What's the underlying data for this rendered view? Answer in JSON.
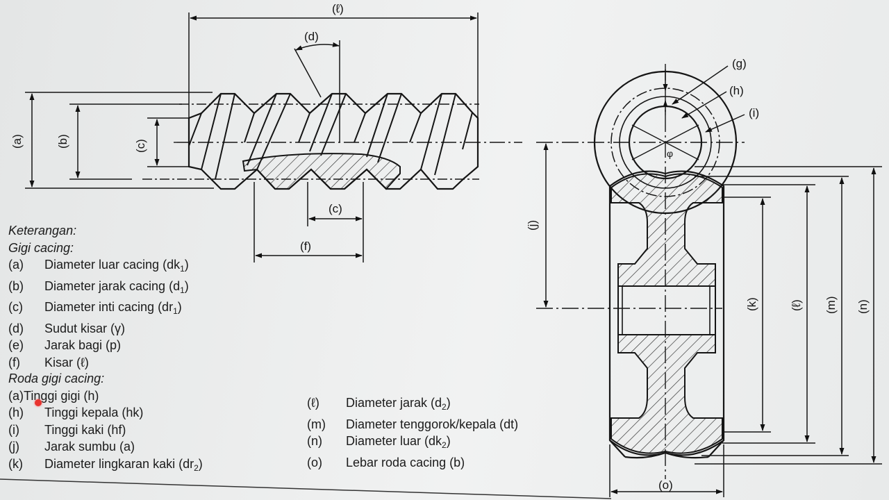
{
  "dim_labels": {
    "l_top": "(ℓ)",
    "d": "(d)",
    "a": "(a)",
    "b": "(b)",
    "c_left": "(c)",
    "c_bottom": "(c)",
    "f": "(f)",
    "g": "(g)",
    "h": "(h)",
    "i": "(i)",
    "phi": "φ",
    "j": "(j)",
    "k": "(k)",
    "l_right": "(ℓ)",
    "m": "(m)",
    "n": "(n)",
    "o": "(o)"
  },
  "legend": {
    "title": "Keterangan:",
    "worm_heading": "Gigi cacing:",
    "worm_items": [
      {
        "key": "(a)",
        "text": "Diameter luar cacing (dk",
        "sub": "1",
        "suffix": ")"
      },
      {
        "key": "(b)",
        "text": "Diameter jarak cacing (d",
        "sub": "1",
        "suffix": ")"
      },
      {
        "key": "(c)",
        "text": "Diameter inti cacing (dr",
        "sub": "1",
        "suffix": ")"
      },
      {
        "key": "(d)",
        "text": "Sudut kisar (γ)",
        "sub": "",
        "suffix": ""
      },
      {
        "key": "(e)",
        "text": "Jarak bagi (p)",
        "sub": "",
        "suffix": ""
      },
      {
        "key": "(f)",
        "text": "Kisar (ℓ)",
        "sub": "",
        "suffix": ""
      }
    ],
    "wheel_heading": "Roda gigi cacing:",
    "wheel_items": [
      {
        "key": "(a)",
        "text": "Tinggi gigi (h)",
        "sub": "",
        "suffix": ""
      },
      {
        "key": "(h)",
        "text": "Tinggi kepala (hk)",
        "sub": "",
        "suffix": ""
      },
      {
        "key": "(i)",
        "text": "Tinggi kaki (hf)",
        "sub": "",
        "suffix": ""
      },
      {
        "key": "(j)",
        "text": "Jarak sumbu (a)",
        "sub": "",
        "suffix": ""
      },
      {
        "key": "(k)",
        "text": "Diameter lingkaran kaki (dr",
        "sub": "2",
        "suffix": ")"
      }
    ],
    "wheel_items_2": [
      {
        "key": "(ℓ)",
        "text": "Diameter jarak (d",
        "sub": "2",
        "suffix": ")"
      },
      {
        "key": "(m)",
        "text": "Diameter tenggorok/kepala (dt)",
        "sub": "",
        "suffix": ""
      },
      {
        "key": "(n)",
        "text": "Diameter luar (dk",
        "sub": "2",
        "suffix": ")"
      },
      {
        "key": "(o)",
        "text": "Lebar roda cacing (b)",
        "sub": "",
        "suffix": ""
      }
    ]
  }
}
